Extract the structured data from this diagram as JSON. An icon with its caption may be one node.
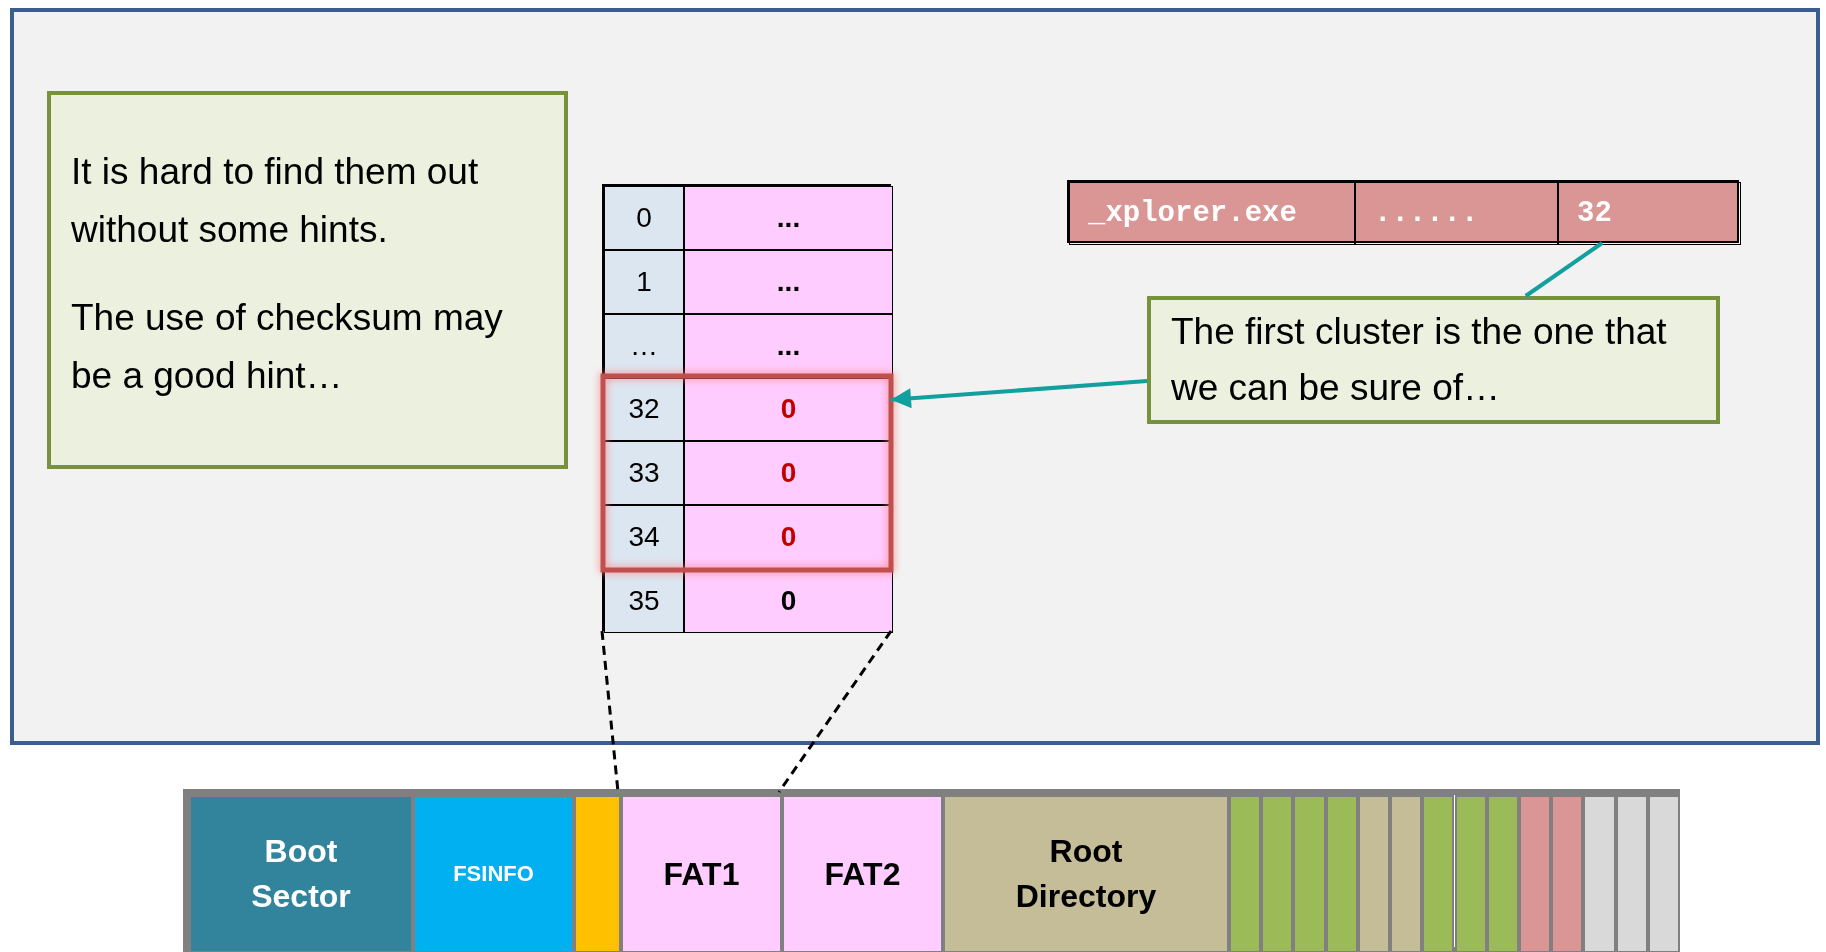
{
  "diagram": {
    "nodes": [
      {
        "text": [
          "It is hard to find them out without some hints.",
          "The use of checksum may be a good hint…"
        ]
      },
      {
        "text": [],
        "shape": "box"
      },
      {
        "text": [
          "0"
        ],
        "in": 1
      },
      {
        "text": [
          "..."
        ],
        "in": 1
      },
      {
        "text": [
          "1"
        ],
        "in": 1
      },
      {
        "text": [
          "..."
        ],
        "in": 1
      },
      {
        "text": [
          "…"
        ],
        "in": 1
      },
      {
        "text": [
          "..."
        ],
        "in": 1
      },
      {
        "text": [
          "32"
        ],
        "in": 1
      },
      {
        "text": [
          "0"
        ],
        "in": 1
      },
      {
        "text": [
          "33"
        ],
        "in": 1
      },
      {
        "text": [
          "0"
        ],
        "in": 1
      },
      {
        "text": [
          "34"
        ],
        "in": 1
      },
      {
        "text": [
          "0"
        ],
        "in": 1
      },
      {
        "text": [
          "35"
        ],
        "in": 1
      },
      {
        "text": [
          "0"
        ],
        "in": 1
      },
      {
        "text": [],
        "shape": "box"
      },
      {
        "text": [
          "_xplorer.exe"
        ],
        "in": 16
      },
      {
        "text": [
          "......"
        ],
        "in": 16
      },
      {
        "text": [
          "32"
        ],
        "in": 16
      },
      {
        "text": [
          "The first cluster is the one that we can be sure of…"
        ]
      },
      {
        "text": [],
        "shape": "bar"
      },
      {
        "text": [
          "Boot Sector"
        ],
        "in": 21
      },
      {
        "text": [
          "FSINFO"
        ],
        "in": 21
      },
      {
        "text": [],
        "shape": "box",
        "in": 21
      },
      {
        "text": [
          "FAT1"
        ],
        "in": 21
      },
      {
        "text": [
          "FAT2"
        ],
        "in": 21
      },
      {
        "text": [
          "Root Directory"
        ],
        "in": 21
      },
      {
        "text": [],
        "shape": "box",
        "in": 21
      },
      {
        "text": [],
        "shape": "box",
        "in": 21
      },
      {
        "text": [],
        "shape": "box",
        "in": 21
      },
      {
        "text": [],
        "shape": "box",
        "in": 21
      },
      {
        "text": [],
        "shape": "box",
        "in": 21
      },
      {
        "text": [],
        "shape": "box",
        "in": 21
      },
      {
        "text": [],
        "shape": "box",
        "in": 21
      },
      {
        "text": [],
        "shape": "box",
        "in": 21
      },
      {
        "text": [],
        "shape": "box",
        "in": 21
      },
      {
        "text": [],
        "shape": "box",
        "in": 21
      },
      {
        "text": [],
        "shape": "box",
        "in": 21
      },
      {
        "text": [],
        "shape": "box",
        "in": 21
      },
      {
        "text": [],
        "shape": "box",
        "in": 21
      },
      {
        "text": [],
        "shape": "box",
        "in": 21
      }
    ],
    "edges": [
      {
        "from": 20,
        "to": 9,
        "arrow": "to",
        "color": "#11a09e"
      },
      {
        "from": 20,
        "to": 19,
        "arrow": "none",
        "color": "#11a09e"
      },
      {
        "from": 14,
        "to": 25,
        "arrow": "none",
        "style": "dashed",
        "color": "#000000"
      },
      {
        "from": 15,
        "to": 25,
        "arrow": "none",
        "style": "dashed",
        "color": "#000000"
      }
    ]
  }
}
